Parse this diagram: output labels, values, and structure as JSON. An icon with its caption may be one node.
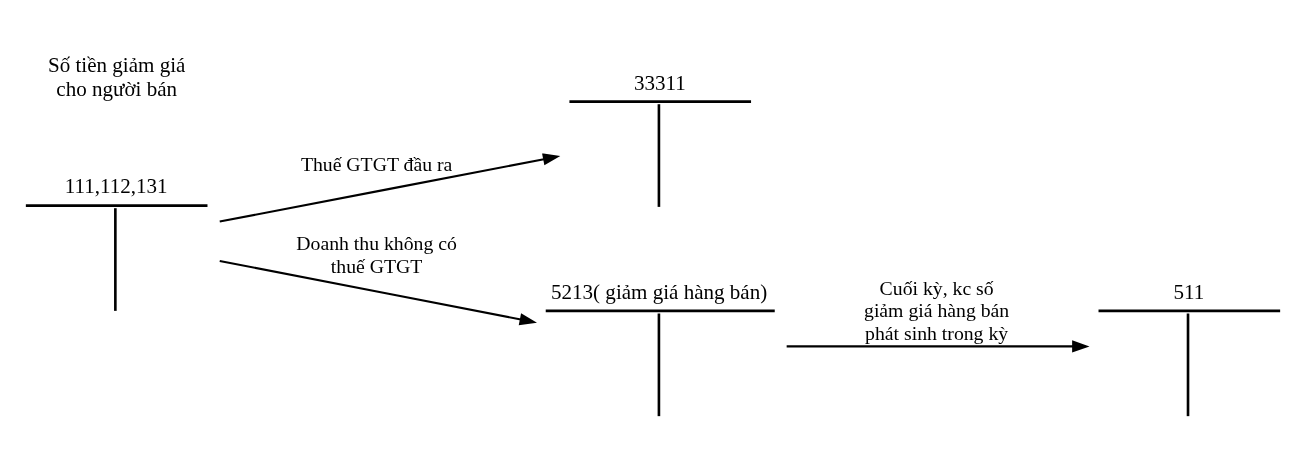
{
  "diagram": {
    "nodes": [
      {
        "text": [
          "111,112,131"
        ]
      },
      {
        "text": [
          "33311"
        ]
      },
      {
        "text": [
          "5213( giảm giá hàng bán)"
        ]
      },
      {
        "text": [
          "511"
        ]
      }
    ],
    "edges": [
      {
        "from": 0,
        "to": 1,
        "arrow": "to",
        "label": "Thuế GTGT đầu ra"
      },
      {
        "from": 0,
        "to": 2,
        "arrow": "to",
        "label": "Doanh thu không có thuế GTGT"
      },
      {
        "from": 2,
        "to": 3,
        "arrow": "to",
        "label": "Cuối kỳ, kc số giảm giá hàng bán phát sinh trong kỳ"
      }
    ],
    "labels": [
      "Số tiền giảm giá cho người bán"
    ]
  }
}
